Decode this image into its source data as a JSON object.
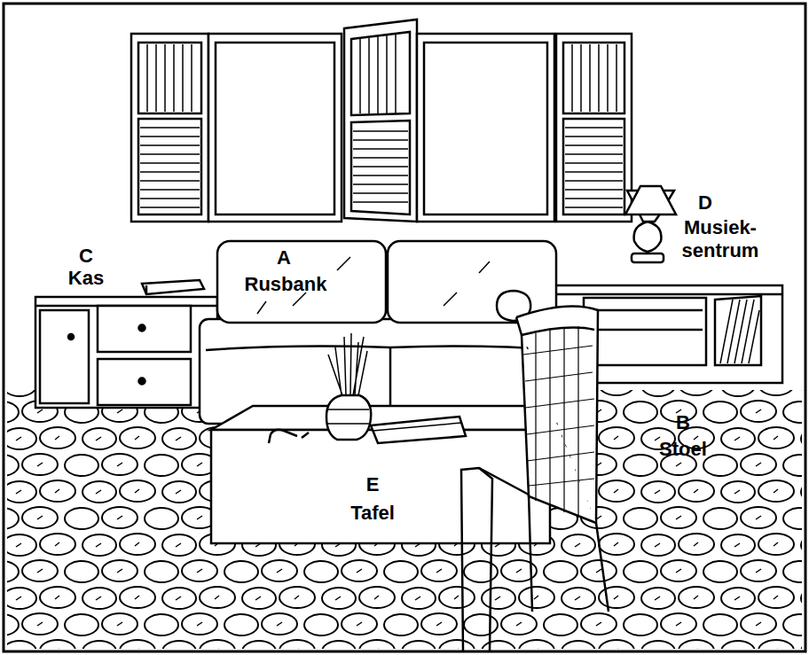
{
  "diagram": {
    "labels": [
      "C",
      "Kas",
      "A",
      "Rusbank",
      "D",
      "Musiek- sentrum",
      "B",
      "Stoel",
      "E",
      "Tafel"
    ]
  }
}
